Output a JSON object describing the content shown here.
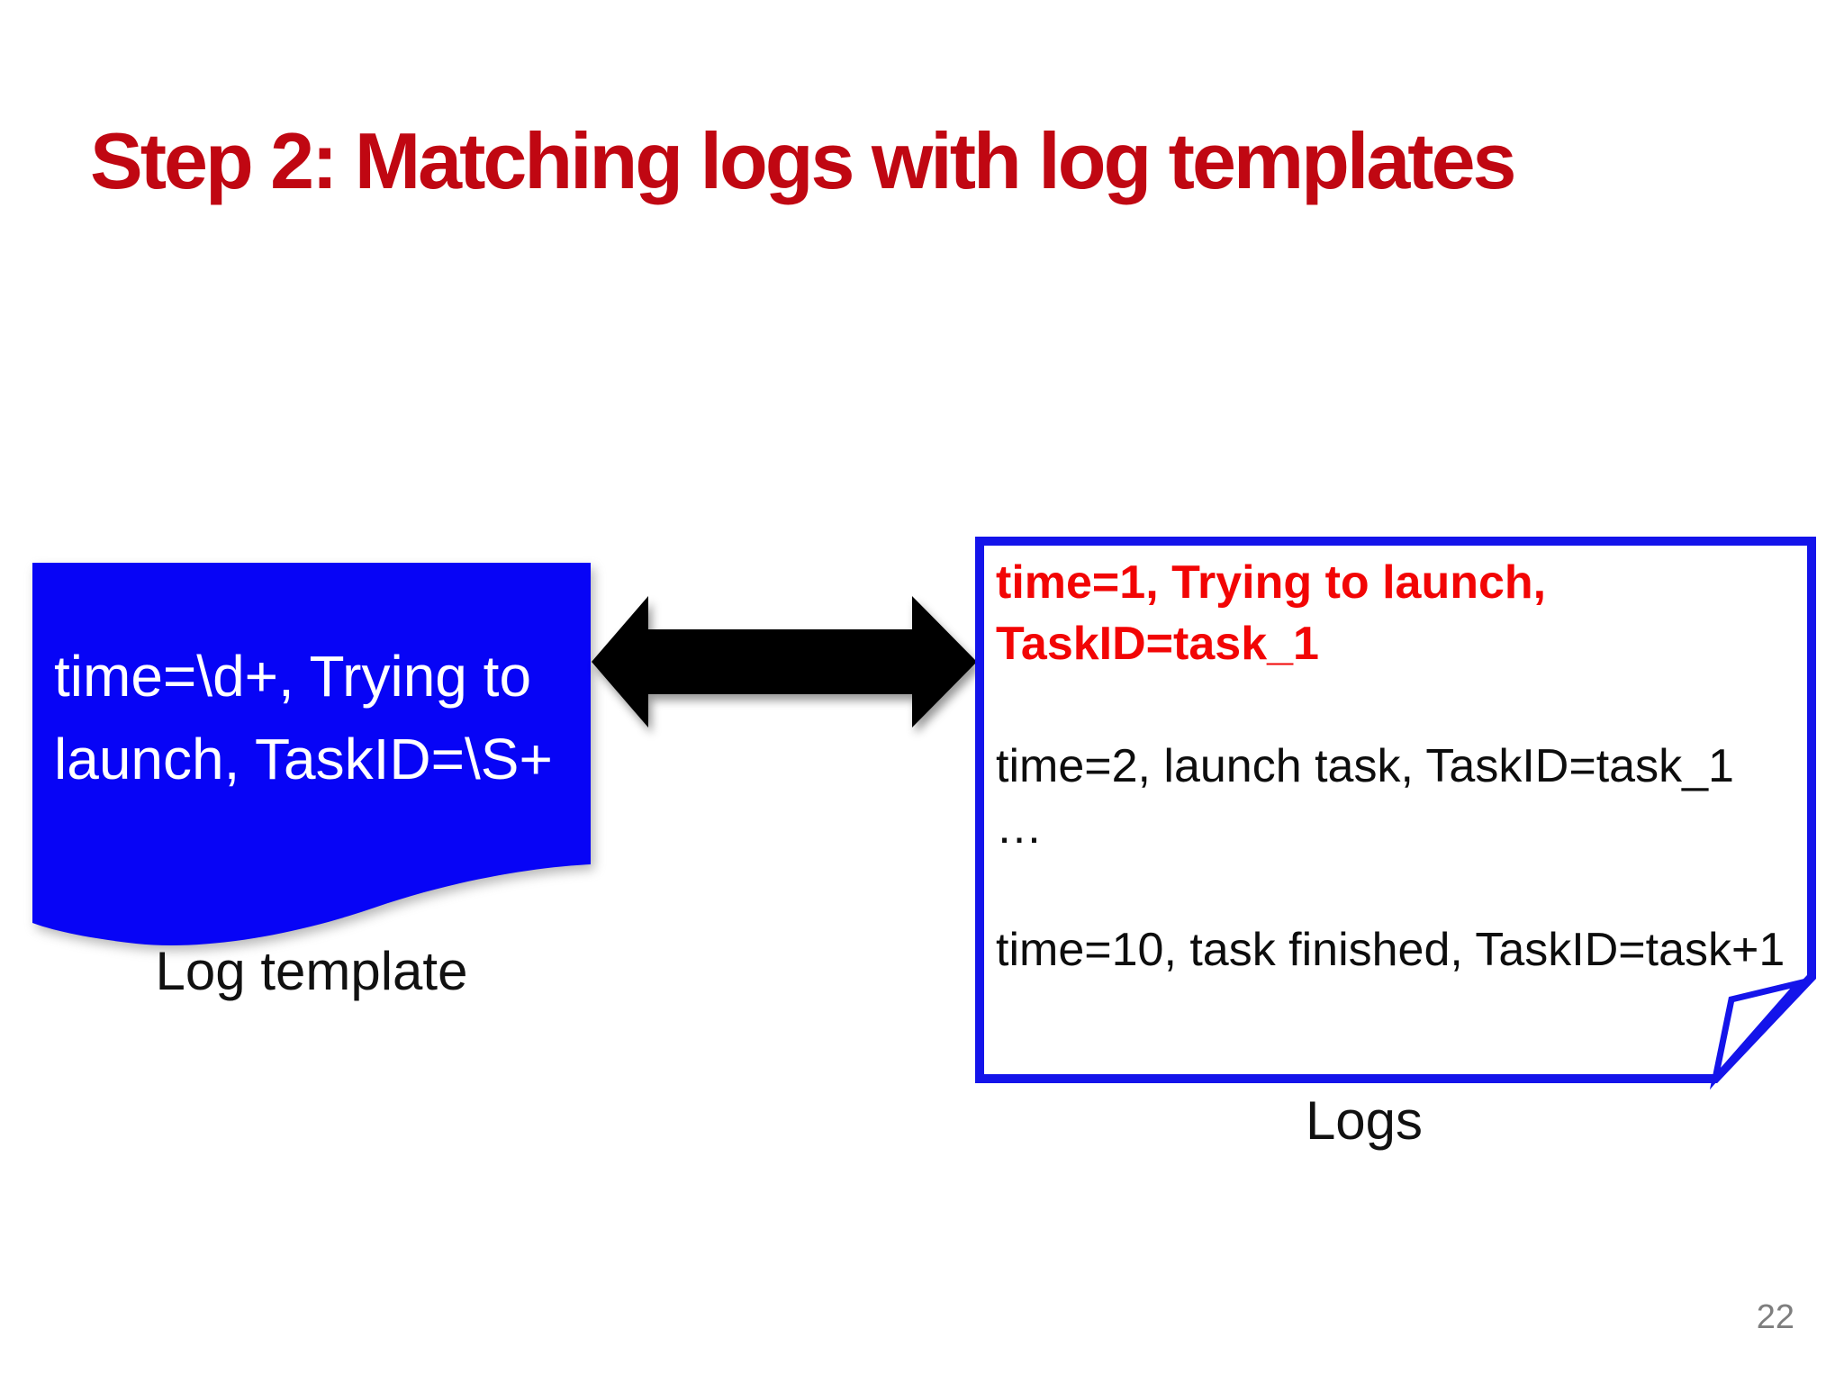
{
  "slide": {
    "title": "Step 2: Matching logs with log templates",
    "page_number": "22",
    "colors": {
      "title_red": "#c00712",
      "template_fill_blue": "#0704f6",
      "logs_border_blue": "#1414ea",
      "log_red": "#f20505",
      "text_black": "#0d0d0d",
      "arrow_black": "#000000",
      "page_number_gray": "#7e7e7e",
      "background": "#ffffff"
    }
  },
  "template_box": {
    "text": "time=\\d+, Trying to launch, TaskID=\\S+",
    "label": "Log template",
    "shape": "document-wavy-bottom"
  },
  "arrow": {
    "type": "double-headed-horizontal"
  },
  "logs_box": {
    "label": "Logs",
    "shape": "folded-corner-note",
    "lines": [
      {
        "text": "time=1, Trying to launch,",
        "style": "red"
      },
      {
        "text": "TaskID=task_1",
        "style": "red"
      },
      {
        "text": "",
        "style": "black"
      },
      {
        "text": "time=2, launch task, TaskID=task_1",
        "style": "black"
      },
      {
        "text": "…",
        "style": "black"
      },
      {
        "text": "",
        "style": "black"
      },
      {
        "text": "time=10, task finished, TaskID=task+1",
        "style": "black"
      }
    ]
  }
}
